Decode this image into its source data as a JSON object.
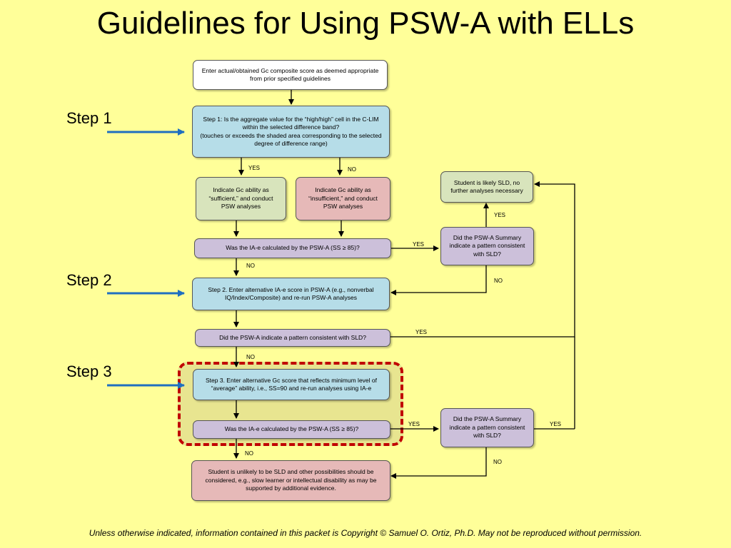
{
  "title": "Guidelines for Using PSW-A with ELLs",
  "steps": {
    "step1": "Step 1",
    "step2": "Step 2",
    "step3": "Step 3"
  },
  "boxes": {
    "start": "Enter actual/obtained Gc composite score as deemed appropriate from prior specified guidelines",
    "step1_question": "Step 1: Is the aggregate value for the “high/high” cell in the C-LIM within the selected difference band?\n(touches or exceeds the shaded area corresponding to the selected degree of difference range)",
    "sufficient": "Indicate Gc ability as “sufficient,” and conduct PSW analyses",
    "insufficient": "Indicate Gc ability as “insufficient,” and conduct PSW analyses",
    "iae_check_1": "Was the IA-e calculated by the PSW-A (SS ≥ 85)?",
    "summary_1": "Did the PSW-A Summary indicate a pattern consistent with SLD?",
    "likely_sld": "Student is likely SLD, no further analyses necessary",
    "step2": "Step 2. Enter alternative IA-e score in PSW-A (e.g., nonverbal IQ/Index/Composite) and re-run PSW-A analyses",
    "pattern_check": "Did the PSW-A indicate a pattern consistent with SLD?",
    "step3": "Step 3. Enter alternative Gc score that reflects minimum level of “average” ability, i.e., SS=90 and re-run analyses using IA-e",
    "iae_check_2": "Was the IA-e calculated by the PSW-A (SS ≥ 85)?",
    "summary_2": "Did the PSW-A Summary indicate a pattern consistent with SLD?",
    "unlikely_sld": "Student is unlikely to be SLD and other possibilities should be considered, e.g., slow learner or intellectual disability as may be supported by additional evidence."
  },
  "labels": {
    "yes": "YES",
    "no": "NO"
  },
  "footer": "Unless otherwise indicated, information contained in this packet is Copyright © Samuel O. Ortiz, Ph.D.  May not be reproduced without permission.",
  "colors": {
    "background": "#ffff99",
    "blue_box": "#b6dde8",
    "green_box": "#d8e4bc",
    "red_box": "#e6b9b8",
    "purple_box": "#ccc0da",
    "step_arrow": "#1f6fc0",
    "highlight_border": "#c00000"
  }
}
